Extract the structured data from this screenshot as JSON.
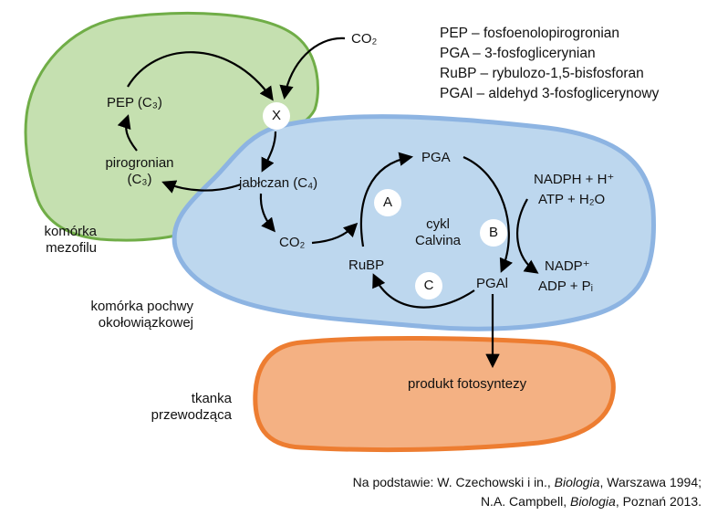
{
  "legend": [
    "PEP – fosfoenolopirogronian",
    "PGA – 3-fosfoglicerynian",
    "RuBP – rybulozo-1,5-bisfosforan",
    "PGAl – aldehyd 3-fosfoglicerynowy"
  ],
  "labels": {
    "co2_top": "CO₂",
    "x": "X",
    "pep": "PEP (C₃)",
    "pyruvate_line1": "pirogronian",
    "pyruvate_line2": "(C₃)",
    "malate": "jabłczan (C₄)",
    "co2_inner": "CO₂",
    "pga": "PGA",
    "rubp": "RuBP",
    "pgal": "PGAl",
    "cycle_line1": "cykl",
    "cycle_line2": "Calvina",
    "a": "A",
    "b": "B",
    "c": "C",
    "nadph": "NADPH + H⁺",
    "atp": "ATP + H₂O",
    "nadp": "NADP⁺",
    "adp": "ADP + Pᵢ",
    "product": "produkt fotosyntezy"
  },
  "cells": {
    "mesophyll_line1": "komórka",
    "mesophyll_line2": "mezofilu",
    "bundle_line1": "komórka pochwy",
    "bundle_line2": "okołowiązkowej",
    "vascular_line1": "tkanka",
    "vascular_line2": "przewodząca"
  },
  "colors": {
    "mesophyll_fill": "#c5e0b0",
    "mesophyll_stroke": "#70ad47",
    "bundle_fill": "#bdd7ee",
    "bundle_stroke": "#8db4e2",
    "vascular_fill": "#f4b183",
    "vascular_stroke": "#ed7d31"
  },
  "source": {
    "line1_prefix": "Na podstawie: W. Czechowski i in., ",
    "line1_title": "Biologia",
    "line1_suffix": ", Warszawa 1994;",
    "line2_prefix": "N.A. Campbell, ",
    "line2_title": "Biologia",
    "line2_suffix": ", Poznań 2013."
  }
}
